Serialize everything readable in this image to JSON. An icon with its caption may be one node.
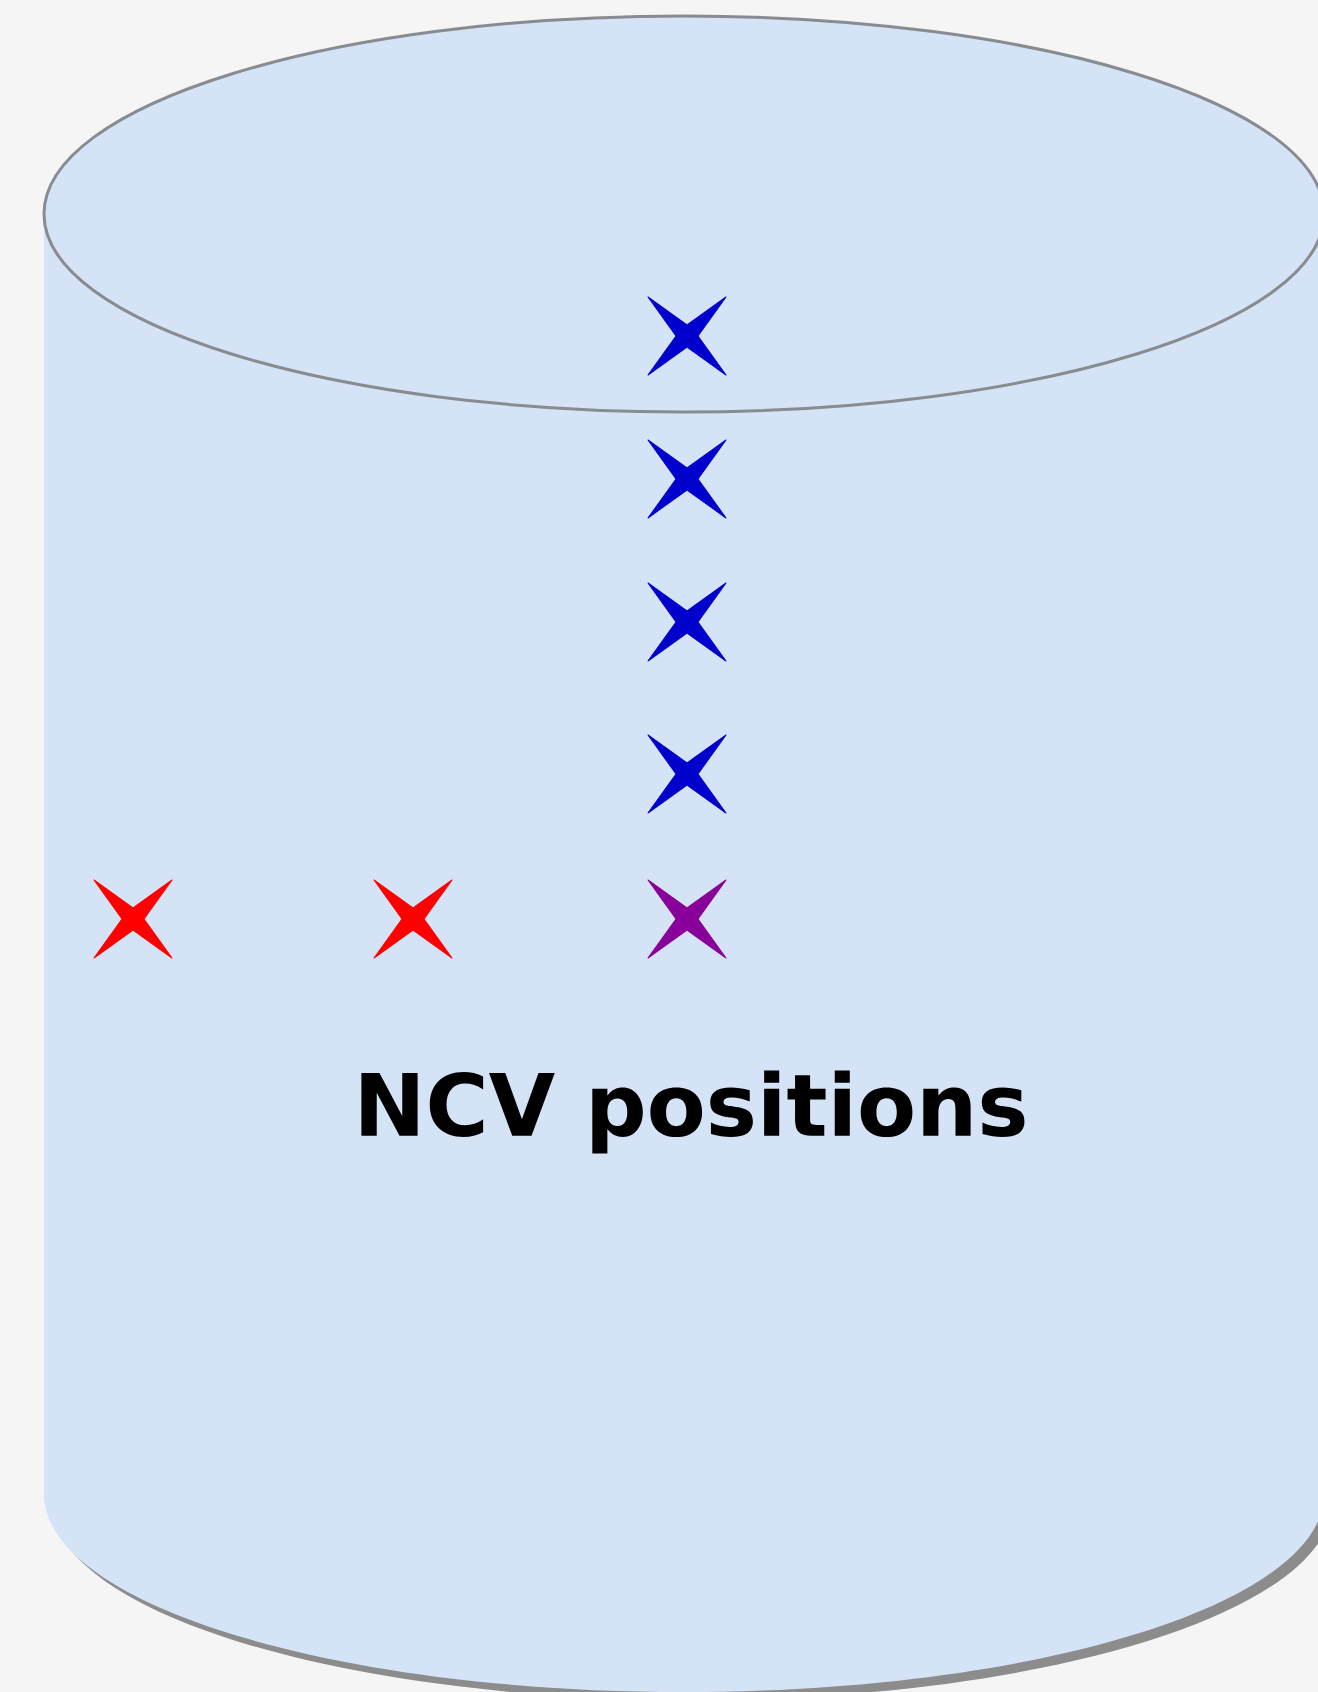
{
  "diagram": {
    "nodes": [
      {
        "text": [
          "NCV positions"
        ]
      },
      {
        "text": [],
        "shape": "star",
        "in": 0
      },
      {
        "text": [],
        "shape": "star",
        "in": 0
      },
      {
        "text": [],
        "shape": "star",
        "in": 0
      },
      {
        "text": [],
        "shape": "star",
        "in": 0
      },
      {
        "text": [],
        "shape": "star",
        "in": 0
      },
      {
        "text": [],
        "shape": "star",
        "in": 0
      },
      {
        "text": [],
        "shape": "star",
        "in": 0
      }
    ]
  }
}
